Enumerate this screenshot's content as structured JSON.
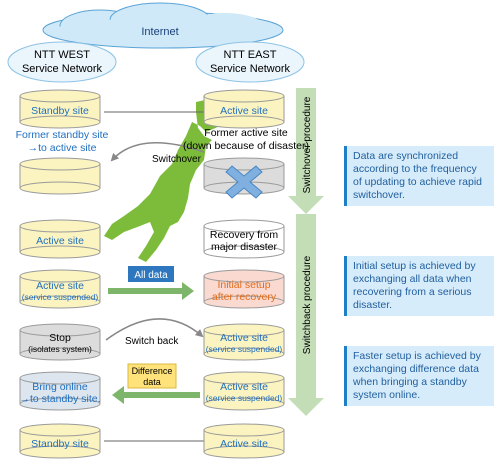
{
  "internet": "Internet",
  "west_title": [
    "NTT WEST",
    "Service Network"
  ],
  "east_title": [
    "NTT EAST",
    "Service Network"
  ],
  "procedures": {
    "switchover": "Switchover procedure",
    "switchback": "Switchback procedure"
  },
  "arrows": {
    "switchover": "Switchover",
    "all_data": "All data",
    "switch_back": "Switch back",
    "difference_data": [
      "Difference",
      "data"
    ]
  },
  "west": {
    "standby_site": "Standby site",
    "former_standby": [
      "Former standby site",
      "→to active site"
    ],
    "active_site": "Active site",
    "active_suspended": [
      "Active site",
      "(service suspended)"
    ],
    "stop": [
      "Stop",
      "(isolates system)"
    ],
    "bring_online": [
      "Bring online",
      "→to standby site."
    ],
    "standby_site_final": "Standby site"
  },
  "east": {
    "active_site": "Active site",
    "former_active": [
      "Former active site",
      "(down because of disaster)"
    ],
    "recovery": [
      "Recovery from",
      "major disaster"
    ],
    "initial_setup": [
      "Initial setup",
      "after recovery"
    ],
    "active_suspended_1": [
      "Active site",
      "(service suspended)"
    ],
    "active_suspended_2": [
      "Active site",
      "(service suspended)"
    ],
    "active_site_final": "Active site"
  },
  "notes": {
    "switchover": "Data are synchronized according to the frequency of updating to achieve rapid switchover.",
    "initial": "Initial setup is achieved by exchanging all data when recovering from a serious disaster.",
    "faster": "Faster setup is achieved by exchanging difference data when bringing a standby system online."
  },
  "colors": {
    "cylinder_yellow": "#fbf4c0",
    "cylinder_gray": "#dcdcdc",
    "cylinder_pink": "#f9d9d0",
    "cylinder_white": "#ffffff",
    "cylinder_blue_gray": "#dde6ee",
    "blue_text": "#1f6fc0",
    "orange_text": "#e36c1a",
    "green_arrow": "#c3ddb7",
    "map_green": "#7dbb3a",
    "note_bg": "#d7ecfa",
    "cloud": "#cfe9f8"
  }
}
